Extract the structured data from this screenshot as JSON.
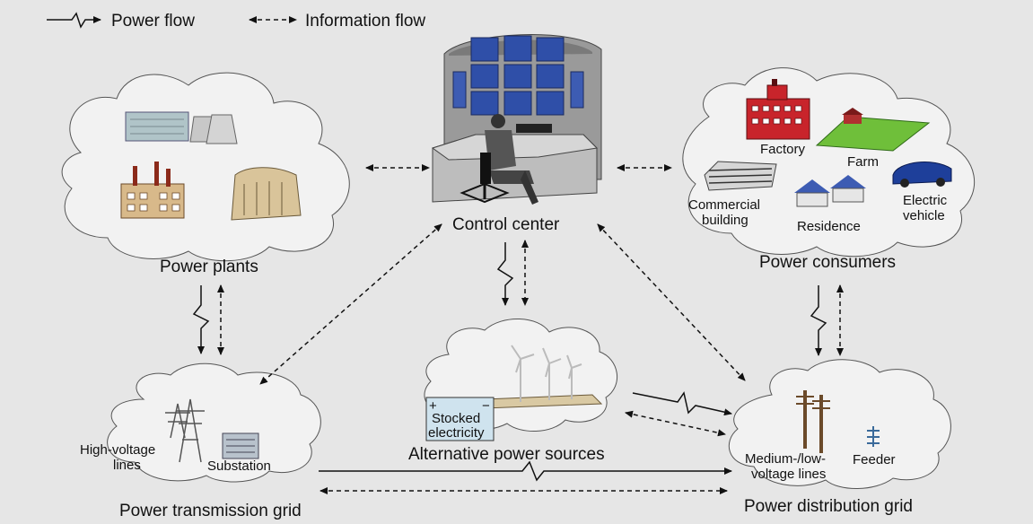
{
  "legend": {
    "power_flow": "Power flow",
    "information_flow": "Information flow"
  },
  "nodes": {
    "control_center": "Control center",
    "power_plants": "Power plants",
    "power_consumers": "Power consumers",
    "alternative_sources": "Alternative power sources",
    "transmission_grid": "Power transmission grid",
    "distribution_grid": "Power distribution grid"
  },
  "consumers": {
    "factory": "Factory",
    "farm": "Farm",
    "commercial_1": "Commercial",
    "commercial_2": "building",
    "residence": "Residence",
    "ev_1": "Electric",
    "ev_2": "vehicle"
  },
  "transmission": {
    "hv_1": "High-voltage",
    "hv_2": "lines",
    "substation": "Substation"
  },
  "distribution": {
    "mlv_1": "Medium-/low-",
    "mlv_2": "voltage lines",
    "feeder": "Feeder"
  },
  "storage": {
    "plus": "+",
    "minus": "−",
    "line_1": "Stocked",
    "line_2": "electricity"
  },
  "colors": {
    "background": "#e6e6e6",
    "cloud_fill": "#f2f2f2",
    "cloud_stroke": "#555555",
    "arrow": "#111111",
    "screen_blue": "#2f4fa8",
    "factory_red": "#c8242b",
    "farm_green": "#6fbf3a",
    "car_blue": "#1e3f9a"
  }
}
